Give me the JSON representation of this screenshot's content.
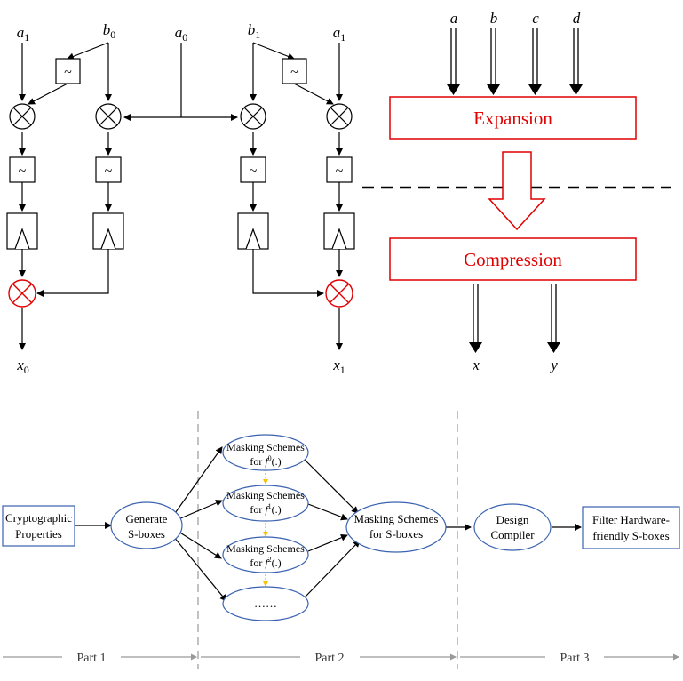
{
  "circuit": {
    "inputs": {
      "a1_left": {
        "base": "a",
        "sub": "1"
      },
      "b0": {
        "base": "b",
        "sub": "0"
      },
      "a0": {
        "base": "a",
        "sub": "0"
      },
      "b1": {
        "base": "b",
        "sub": "1"
      },
      "a1_right": {
        "base": "a",
        "sub": "1"
      }
    },
    "outputs": {
      "x0": {
        "base": "x",
        "sub": "0"
      },
      "x1": {
        "base": "x",
        "sub": "1"
      }
    },
    "not_symbol": "~"
  },
  "expansion_compression": {
    "inputs": [
      "a",
      "b",
      "c",
      "d"
    ],
    "expansion_label": "Expansion",
    "compression_label": "Compression",
    "outputs": [
      "x",
      "y"
    ],
    "accent_color": "#e00000"
  },
  "flow": {
    "crypto_props": [
      "Cryptographic",
      "Properties"
    ],
    "generate": [
      "Generate",
      "S-boxes"
    ],
    "masking_line1": "Masking Schemes",
    "masking_f0_prefix": "for ",
    "masking_f0_func": "f",
    "masking_f0_sup": "0",
    "masking_f0_suffix": "(.)",
    "masking_f1_prefix": "for ",
    "masking_f1_func": "f",
    "masking_f1_sup": "1",
    "masking_f1_suffix": "(.)",
    "masking_f2_prefix": "for ",
    "masking_f2_func": "f",
    "masking_f2_sup": "2",
    "masking_f2_suffix": "(.)",
    "masking_more": "……",
    "masking_sboxes": [
      "Masking Schemes",
      "for S-boxes"
    ],
    "design_compiler": [
      "Design",
      "Compiler"
    ],
    "filter": [
      "Filter Hardware-",
      "friendly S-boxes"
    ],
    "parts": [
      "Part 1",
      "Part 2",
      "Part 3"
    ],
    "node_color": "#3a62b0",
    "dots_color": "#f5c400"
  }
}
